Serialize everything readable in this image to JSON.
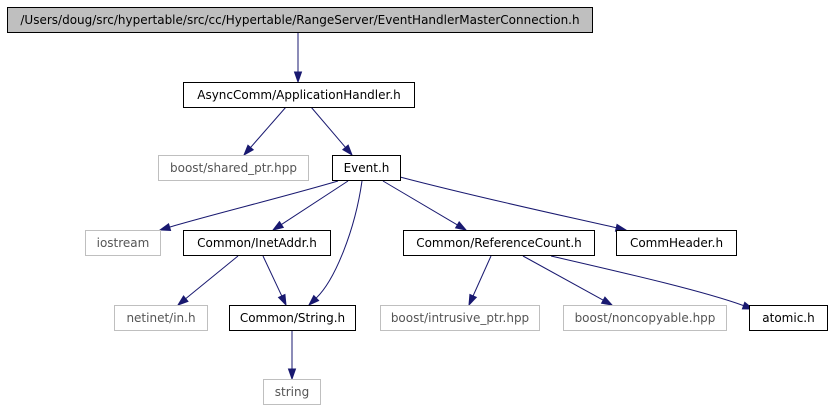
{
  "colors": {
    "edge": "#191970",
    "root_fill": "#bfbfbf",
    "node_border": "#000000",
    "missing_border": "#bfbfbf",
    "text": "#000000"
  },
  "nodes": [
    {
      "id": "root",
      "label": "/Users/doug/src/hypertable/src/cc/Hypertable/RangeServer/EventHandlerMasterConnection.h",
      "style": "root"
    },
    {
      "id": "apphandler",
      "label": "AsyncComm/ApplicationHandler.h",
      "style": "normal"
    },
    {
      "id": "sharedptr",
      "label": "boost/shared_ptr.hpp",
      "style": "missing"
    },
    {
      "id": "event",
      "label": "Event.h",
      "style": "normal"
    },
    {
      "id": "iostream",
      "label": "iostream",
      "style": "missing"
    },
    {
      "id": "inetaddr",
      "label": "Common/InetAddr.h",
      "style": "normal"
    },
    {
      "id": "refcount",
      "label": "Common/ReferenceCount.h",
      "style": "normal"
    },
    {
      "id": "commheader",
      "label": "CommHeader.h",
      "style": "normal"
    },
    {
      "id": "netinet",
      "label": "netinet/in.h",
      "style": "missing"
    },
    {
      "id": "string_h",
      "label": "Common/String.h",
      "style": "normal"
    },
    {
      "id": "intrusive",
      "label": "boost/intrusive_ptr.hpp",
      "style": "missing"
    },
    {
      "id": "noncopyable",
      "label": "boost/noncopyable.hpp",
      "style": "missing"
    },
    {
      "id": "atomic",
      "label": "atomic.h",
      "style": "normal"
    },
    {
      "id": "string",
      "label": "string",
      "style": "missing"
    }
  ],
  "edges": [
    {
      "from": "root",
      "to": "apphandler"
    },
    {
      "from": "apphandler",
      "to": "sharedptr"
    },
    {
      "from": "apphandler",
      "to": "event"
    },
    {
      "from": "event",
      "to": "iostream"
    },
    {
      "from": "event",
      "to": "inetaddr"
    },
    {
      "from": "event",
      "to": "string_h"
    },
    {
      "from": "event",
      "to": "refcount"
    },
    {
      "from": "event",
      "to": "commheader"
    },
    {
      "from": "inetaddr",
      "to": "netinet"
    },
    {
      "from": "inetaddr",
      "to": "string_h"
    },
    {
      "from": "refcount",
      "to": "intrusive"
    },
    {
      "from": "refcount",
      "to": "noncopyable"
    },
    {
      "from": "refcount",
      "to": "atomic"
    },
    {
      "from": "string_h",
      "to": "string"
    }
  ]
}
